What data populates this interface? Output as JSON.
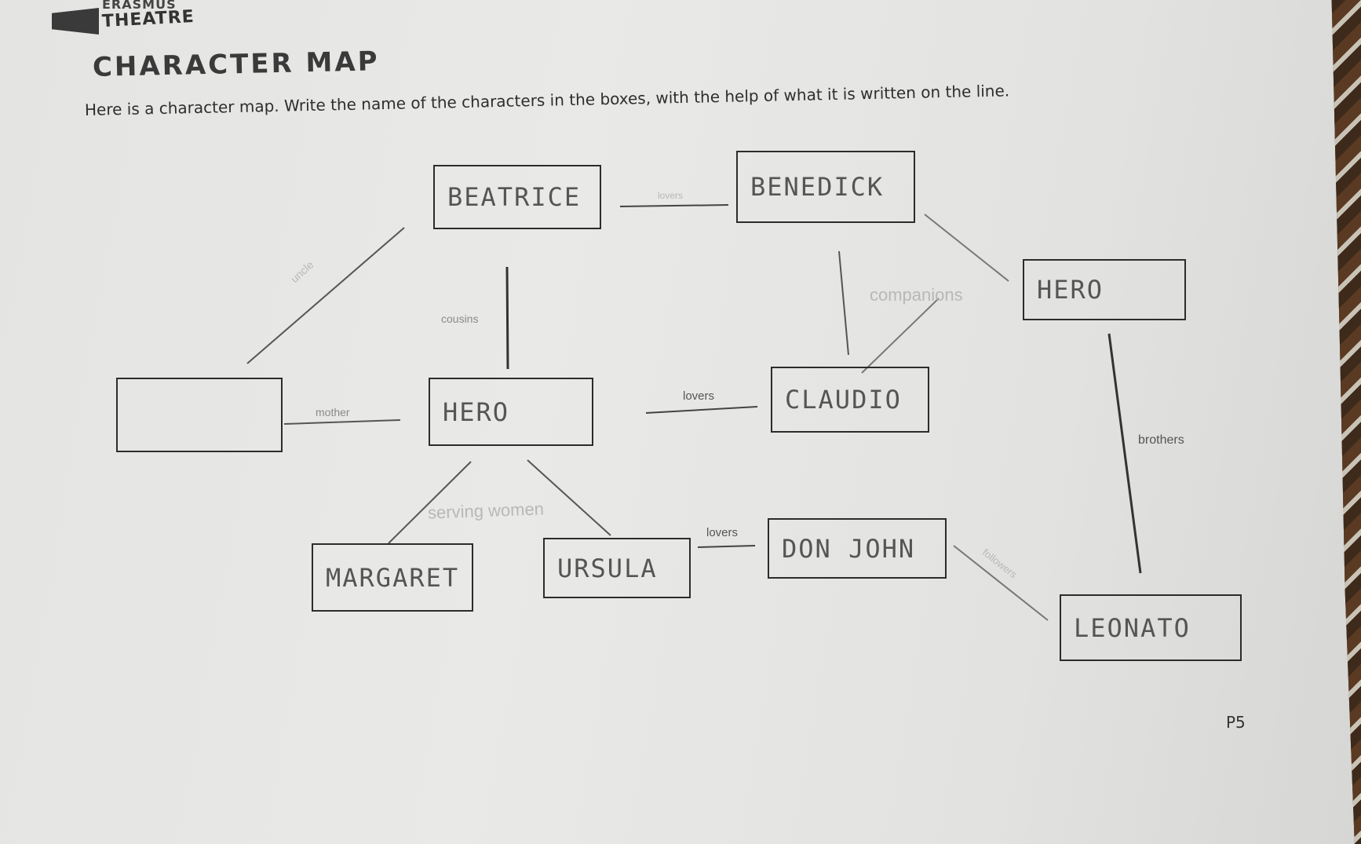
{
  "header": {
    "logo_top": "ERASMUS",
    "logo_main": "THEATRE",
    "title": "CHARACTER MAP",
    "instruction": "Here is a character map. Write the name of the characters in the boxes, with the help of what it is written on the line."
  },
  "boxes": {
    "beatrice": "BEATRICE",
    "benedick": "BENEDICK",
    "hero_top_right": "HERO",
    "empty_left": "",
    "hero_center": "HERO",
    "claudio": "CLAUDIO",
    "margaret": "MARGARET",
    "ursula": "URSULA",
    "don_john": "DON JOHN",
    "leonato": "LEONATO"
  },
  "relations": {
    "beatrice_benedick": "lovers",
    "beatrice_empty": "uncle",
    "beatrice_hero": "cousins",
    "benedick_companions": "companions",
    "empty_hero": "mother",
    "hero_claudio": "lovers",
    "hero_serving": "serving women",
    "ursula_donjohn": "lovers",
    "leonato_brothers": "brothers",
    "donjohn_leonato": "followers"
  },
  "footer": {
    "page_number": "P5"
  }
}
